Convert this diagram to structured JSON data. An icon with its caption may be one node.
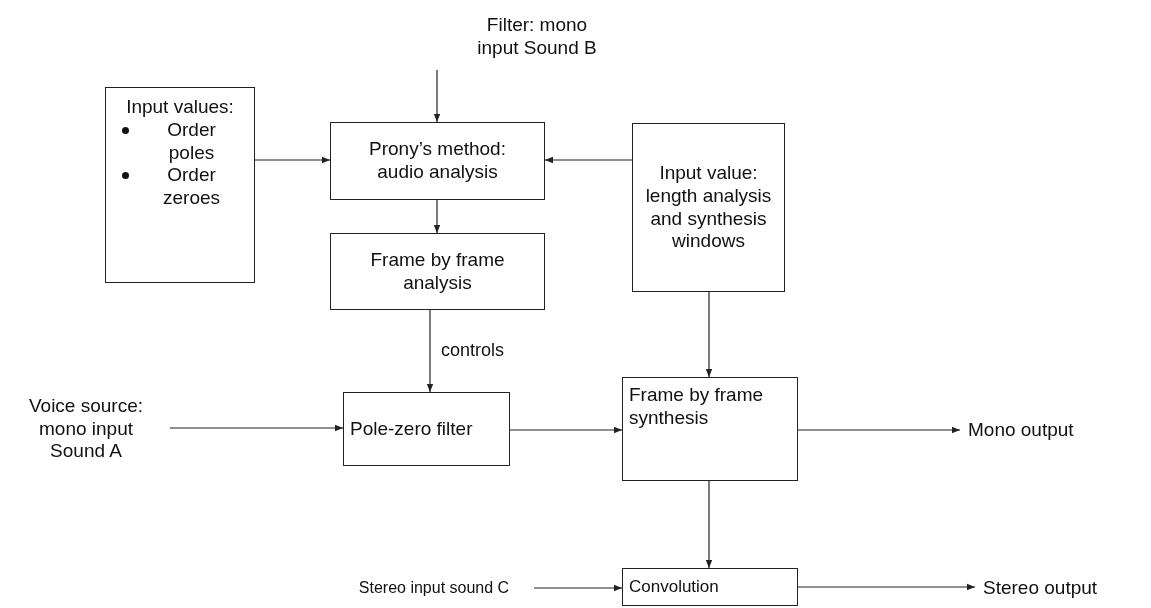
{
  "diagram": {
    "nodes": [
      {
        "text": [
          "Filter: mono input Sound B"
        ]
      },
      {
        "text": [
          "Input values:",
          "Order poles",
          "Order zeroes"
        ]
      },
      {
        "text": [
          "Prony’s method: audio analysis"
        ]
      },
      {
        "text": [
          "Input value: length analysis and synthesis windows"
        ]
      },
      {
        "text": [
          "Frame by frame analysis"
        ]
      },
      {
        "text": [
          "Voice source: mono input Sound A"
        ]
      },
      {
        "text": [
          "Pole-zero filter"
        ]
      },
      {
        "text": [
          "Frame by frame synthesis"
        ]
      },
      {
        "text": [
          "Mono  output"
        ]
      },
      {
        "text": [
          "Stereo input sound C"
        ]
      },
      {
        "text": [
          "Convolution"
        ]
      },
      {
        "text": [
          "Stereo  output"
        ]
      }
    ],
    "edges": [
      {
        "from": 0,
        "to": 2,
        "arrow": "to"
      },
      {
        "from": 1,
        "to": 2,
        "arrow": "to"
      },
      {
        "from": 3,
        "to": 2,
        "arrow": "to"
      },
      {
        "from": 2,
        "to": 4,
        "arrow": "to"
      },
      {
        "from": 4,
        "to": 6,
        "arrow": "to",
        "label": "controls"
      },
      {
        "from": 5,
        "to": 6,
        "arrow": "to"
      },
      {
        "from": 6,
        "to": 7,
        "arrow": "to"
      },
      {
        "from": 3,
        "to": 7,
        "arrow": "to"
      },
      {
        "from": 7,
        "to": 8,
        "arrow": "to"
      },
      {
        "from": 7,
        "to": 10,
        "arrow": "to"
      },
      {
        "from": 9,
        "to": 10,
        "arrow": "to"
      },
      {
        "from": 10,
        "to": 11,
        "arrow": "to"
      }
    ]
  }
}
